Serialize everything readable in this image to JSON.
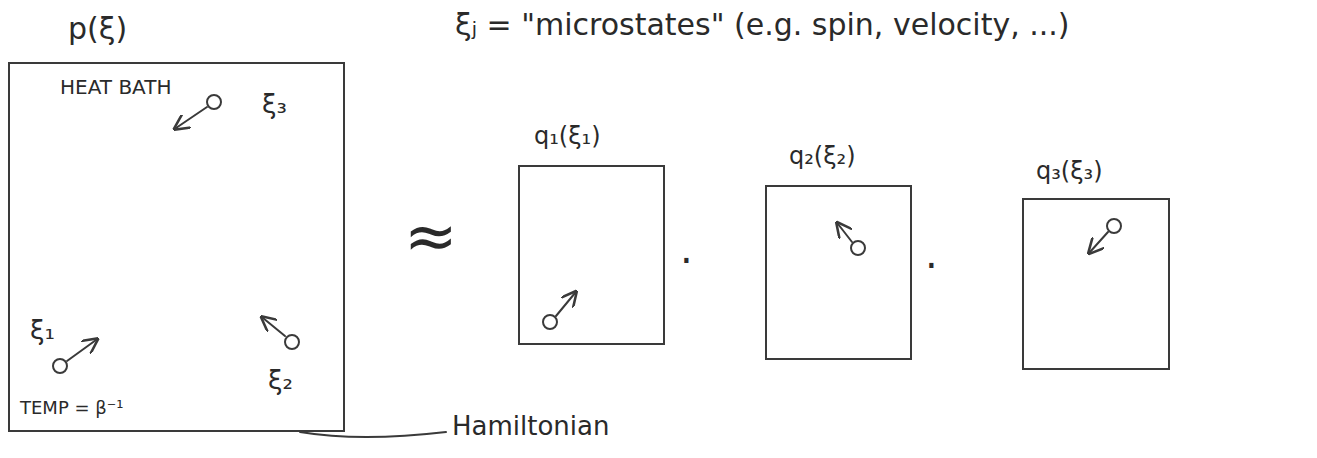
{
  "diagram": {
    "nodes": [
      {
        "text": [
          "p(ξ)",
          "HEAT BATH",
          "TEMP = β⁻¹"
        ]
      },
      {
        "text": [
          "q₁(ξ₁)"
        ]
      },
      {
        "text": [
          "q₂(ξ₂)"
        ]
      },
      {
        "text": [
          "q₃(ξ₃)"
        ]
      }
    ],
    "edges": [],
    "labels": [
      "ξⱼ = \"microstates\" (e.g. spin, velocity, ...)",
      "≈",
      "·",
      "·",
      "Hamiltonian",
      "ξ₃",
      "ξ₁",
      "ξ₂"
    ]
  }
}
